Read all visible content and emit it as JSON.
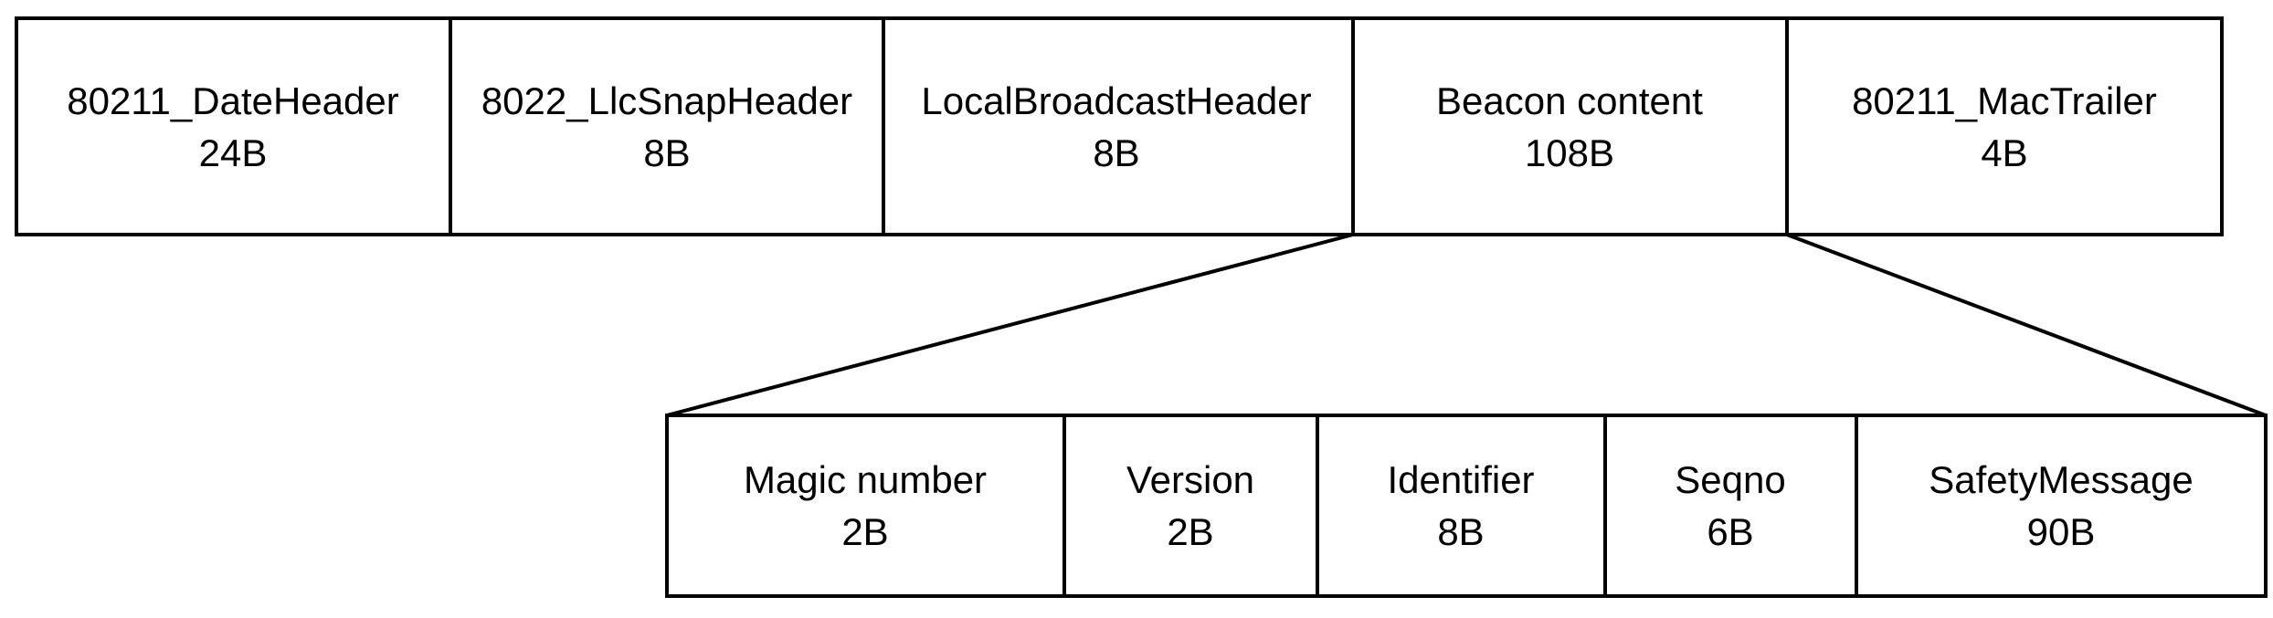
{
  "frame": {
    "fields": [
      {
        "name": "80211_DateHeader",
        "size": "24B"
      },
      {
        "name": "8022_LlcSnapHeader",
        "size": "8B"
      },
      {
        "name": "LocalBroadcastHeader",
        "size": "8B"
      },
      {
        "name": "Beacon content",
        "size": "108B"
      },
      {
        "name": "80211_MacTrailer",
        "size": "4B"
      }
    ]
  },
  "beacon": {
    "fields": [
      {
        "name": "Magic number",
        "size": "2B"
      },
      {
        "name": "Version",
        "size": "2B"
      },
      {
        "name": "Identifier",
        "size": "8B"
      },
      {
        "name": "Seqno",
        "size": "6B"
      },
      {
        "name": "SafetyMessage",
        "size": "90B"
      }
    ]
  }
}
